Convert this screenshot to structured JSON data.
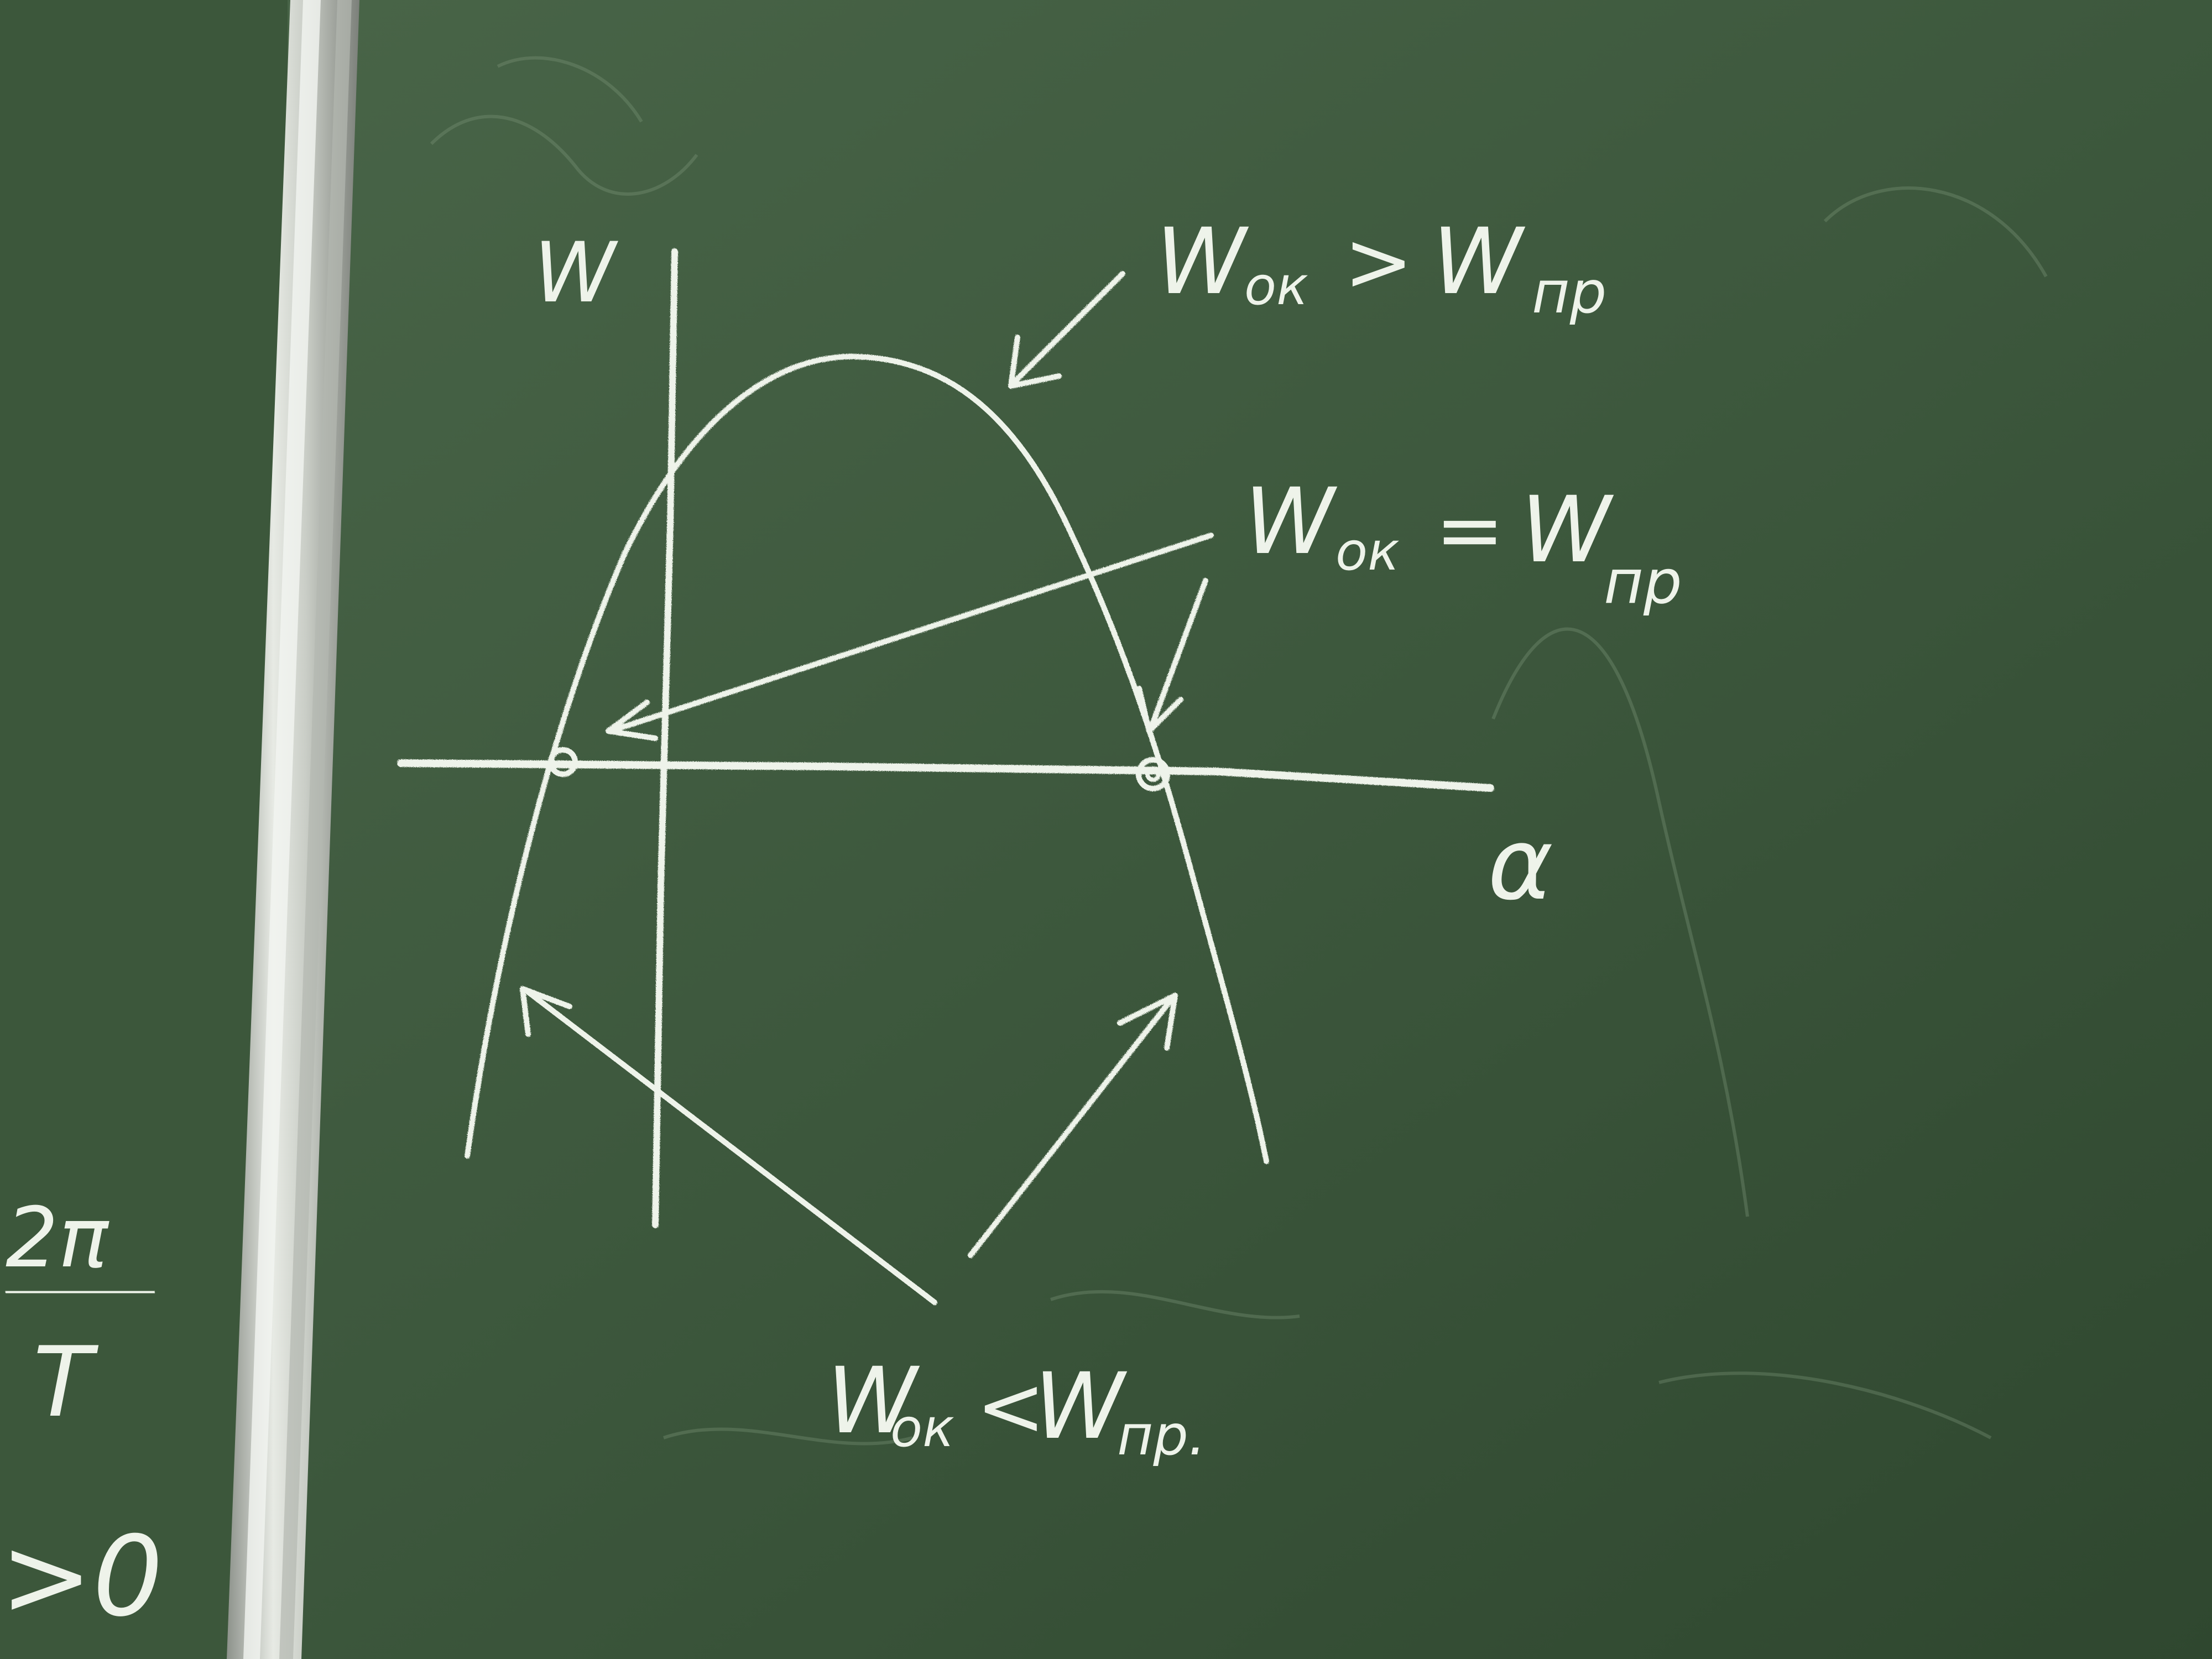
{
  "board": {
    "background_color": "#3f5b3f",
    "chalk_color": "#eef3ea",
    "frame_color": "#d9ddd6"
  },
  "graph": {
    "y_axis_label": "W",
    "x_axis_label": "α",
    "label_top": {
      "sub": "ок",
      "rel": ">",
      "sub2": "пр"
    },
    "label_mid": {
      "sub": "ок",
      "rel": "=",
      "sub2": "пр"
    },
    "label_bottom": {
      "sub": "ок",
      "rel": "<",
      "sub2": "пр."
    }
  },
  "left_panel": {
    "numerator": "2π",
    "denominator": "T",
    "inequality": ">0"
  }
}
